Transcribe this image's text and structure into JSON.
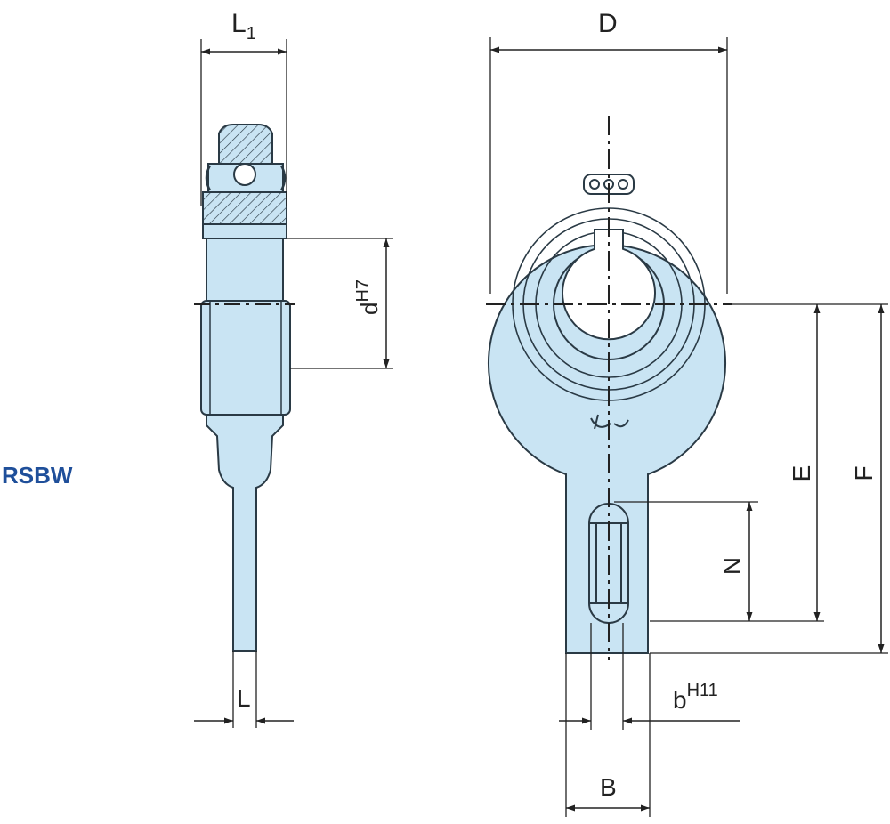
{
  "product_code": "RSBW",
  "colors": {
    "part_fill": "#c9e4f3",
    "outline": "#2a3a45",
    "dimension_line": "#222222",
    "product_code_text": "#1f4f9a",
    "background": "#ffffff"
  },
  "side_view": {
    "dimensions": {
      "overall_width": {
        "symbol": "L",
        "subscript": "1"
      },
      "bore": {
        "symbol": "d",
        "superscript": "H7"
      },
      "stem_width": {
        "symbol": "L"
      }
    }
  },
  "front_view": {
    "dimensions": {
      "outer_diameter": {
        "symbol": "D"
      },
      "center_to_slot_end": {
        "symbol": "E"
      },
      "center_to_stem_end": {
        "symbol": "F"
      },
      "slot_length": {
        "symbol": "N"
      },
      "slot_width": {
        "symbol": "b",
        "superscript": "H11"
      },
      "stem_width": {
        "symbol": "B"
      }
    }
  }
}
